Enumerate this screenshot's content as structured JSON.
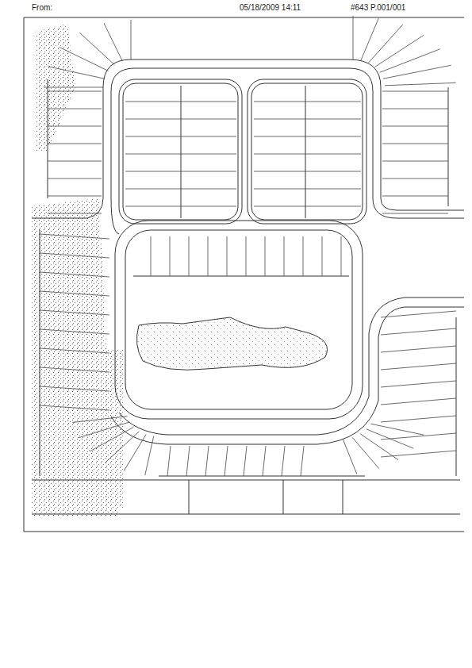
{
  "diagram": {
    "labels": [
      "From:",
      "05/18/2009 14:11",
      "#643 P.001/001"
    ]
  }
}
